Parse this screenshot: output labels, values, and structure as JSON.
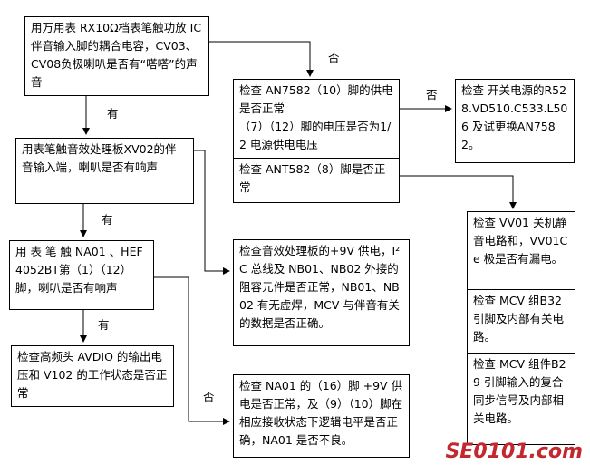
{
  "boxes": {
    "start": "用万用表 RX10Ω档表笔触功放 IC 伴音输入脚的耦合电容，CV03、CV08负极喇叭是否有“嗒嗒”的声音",
    "xv02": "用表笔触音效处理板XV02的伴音输入端，喇叭是否有响声",
    "na01": "用 表 笔 触  NA01 、HEF4052BT第（1）（12）脚，喇叭是否有响声",
    "avdio": "检查高频头 AVDIO 的输出电压和 V102 的工作状态是否正常",
    "an7582_a": "检查 AN7582（10）脚的供电是否正常\n（7）（12）脚的电压是否为1/2 电源供电电压",
    "an7582_b": "检查 ANT582（8）脚是否正常",
    "switch_psu": "检查 开关电源的R528.VD510.C533.L506 及试更换AN7582。",
    "audio_board": "检查音效处理板的+9V 供电，I²C 总线及 NB01、NB02 外接的阻容元件是否正常，NB01、NB02 有无虚焊，MCV 与伴音有关的数据是否正确。",
    "na01_check": "检查 NA01 的（16）脚 +9V 供电是否正常，及（9）（10）脚在相应接收状态下逻辑电平是否正确，NA01 是否不良。",
    "vv01": "检查 VV01 关机静音电路和，VV01Ce 极是否有漏电。",
    "mcv_b32": "检查 MCV 组B32 引脚及内部有关电路。",
    "mcv_b29": "检查 MCV 组件B29 引脚输入的复合同步信号及内部相关电路。"
  },
  "labels": {
    "yes_1": "有",
    "yes_2": "有",
    "yes_3": "有",
    "no_1": "否",
    "no_2": "否",
    "no_3": "否"
  },
  "watermark": "SE0101.com",
  "colors": {
    "watermark": "#c2282e",
    "line": "#000000"
  }
}
